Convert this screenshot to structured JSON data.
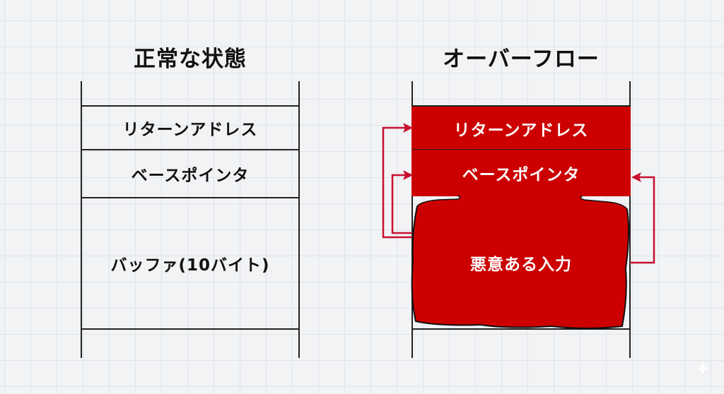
{
  "normal": {
    "title": "正常な状態",
    "rows": [
      {
        "label": "リターンアドレス"
      },
      {
        "label": "ベースポインタ"
      },
      {
        "label": "バッファ(10バイト)"
      }
    ]
  },
  "overflow": {
    "title": "オーバーフロー",
    "rows": [
      {
        "label": "リターンアドレス"
      },
      {
        "label": "ベースポインタ"
      }
    ],
    "malicious_input": "悪意ある入力"
  },
  "colors": {
    "overflow_red": "#cc0000",
    "arrow_red": "#c8102e",
    "line": "#222222",
    "background": "#f1f3f5",
    "grid": "#e1e4e8"
  },
  "icons": {
    "corner": "sparkle-icon"
  }
}
